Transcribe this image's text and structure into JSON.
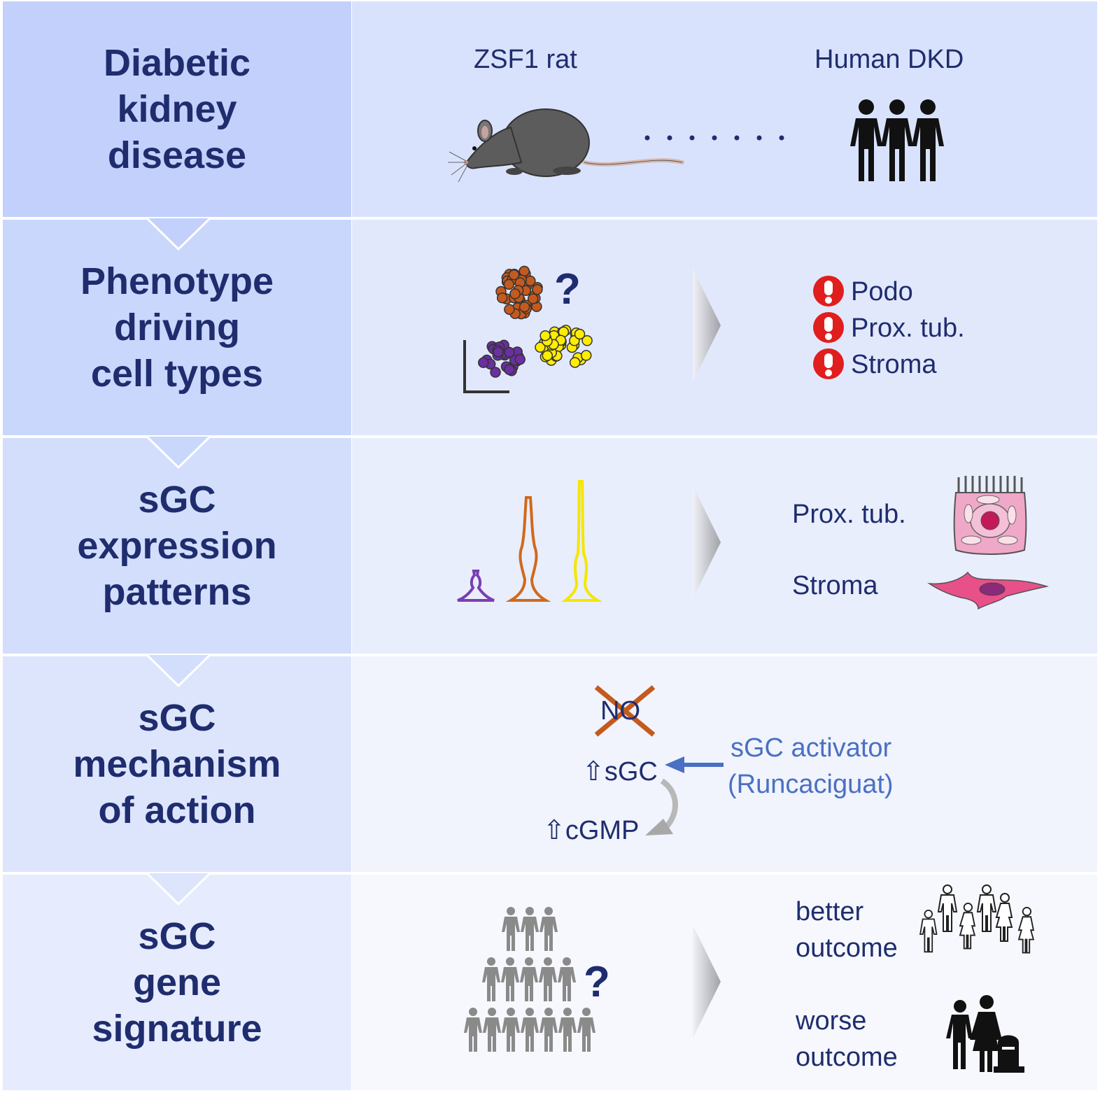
{
  "rows": [
    {
      "title_lines": [
        "Diabetic",
        "kidney",
        "disease"
      ]
    },
    {
      "title_lines": [
        "Phenotype",
        "driving",
        "cell types"
      ]
    },
    {
      "title_lines": [
        "sGC",
        "expression",
        "patterns"
      ]
    },
    {
      "title_lines": [
        "sGC",
        "mechanism",
        "of action"
      ]
    },
    {
      "title_lines": [
        "sGC",
        "gene",
        "signature"
      ]
    }
  ],
  "row1": {
    "rat_label": "ZSF1 rat",
    "human_label": "Human DKD"
  },
  "row2": {
    "question": "?",
    "cell_types": [
      "Podo",
      "Prox. tub.",
      "Stroma"
    ]
  },
  "row3": {
    "labels": [
      "Prox. tub.",
      "Stroma"
    ]
  },
  "row4": {
    "no_label": "NO",
    "sgc_label": "⇧sGC",
    "cgmp_label": "⇧cGMP",
    "activator_line1": "sGC activator",
    "activator_line2": "(Runcaciguat)"
  },
  "row5": {
    "question": "?",
    "better_line1": "better",
    "better_line2": "outcome",
    "worse_line1": "worse",
    "worse_line2": "outcome"
  },
  "colors": {
    "title_text": "#1f2d6e",
    "activator_blue": "#4a70c3",
    "alert_red": "#e01e1e",
    "cluster_orange": "#c45a1e",
    "cluster_yellow": "#ffee00",
    "cluster_purple": "#6a2fa0"
  }
}
